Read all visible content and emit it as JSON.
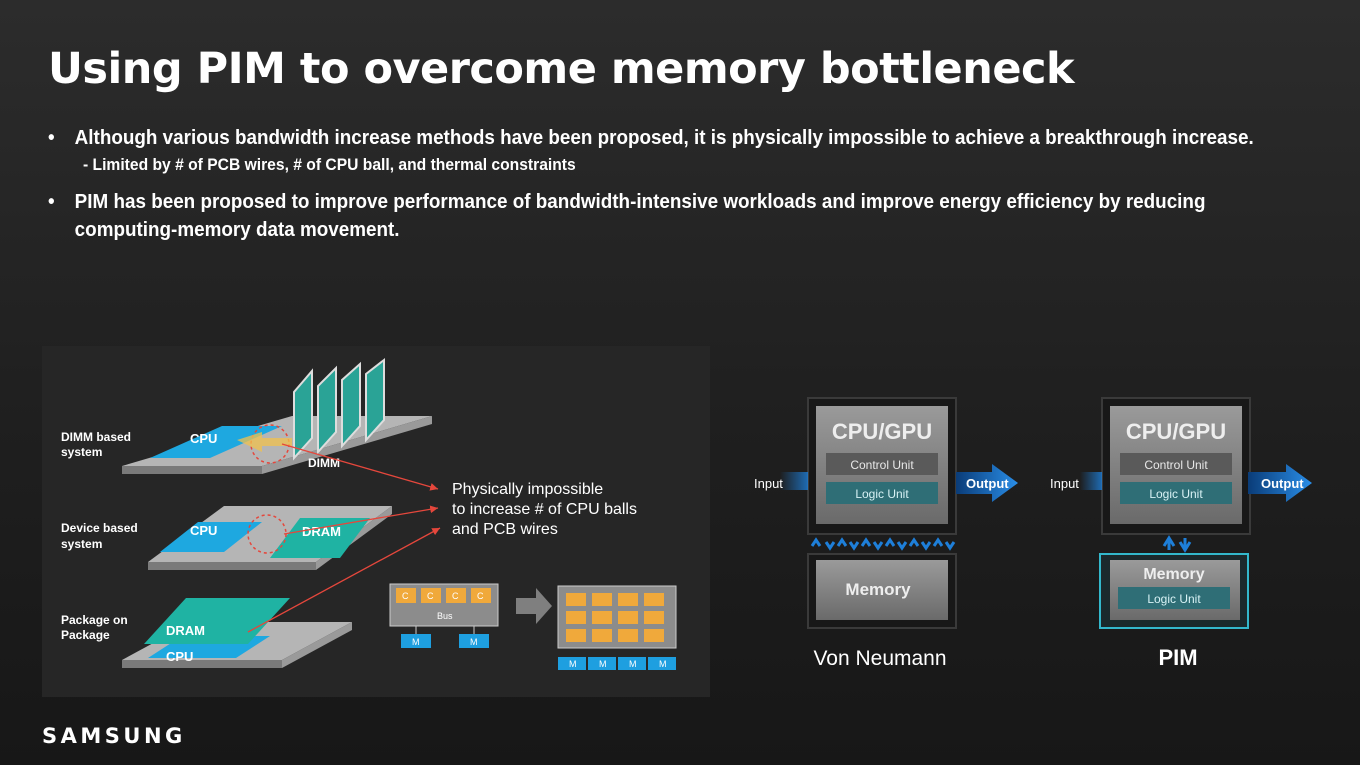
{
  "slide": {
    "title": "Using PIM to overcome memory bottleneck",
    "bullets": [
      {
        "marker": "•",
        "text": "Although various bandwidth increase methods have been proposed, it is physically impossible to achieve a breakthrough increase."
      },
      {
        "marker": "•",
        "text": "PIM has been proposed to improve performance of bandwidth-intensive workloads and improve energy efficiency by reducing computing-memory data movement."
      }
    ],
    "sub_bullet": "- Limited by # of PCB wires, # of CPU ball, and thermal constraints",
    "logo": "SAMSUNG"
  },
  "left_diagram": {
    "systems": [
      {
        "label_line1": "DIMM based",
        "label_line2": "system",
        "chip": "CPU",
        "memory": "DIMM"
      },
      {
        "label_line1": "Device based",
        "label_line2": "system",
        "chip": "CPU",
        "memory": "DRAM"
      },
      {
        "label_line1": "Package on",
        "label_line2": "Package",
        "chip": "CPU",
        "memory": "DRAM"
      }
    ],
    "callout": [
      "Physically impossible",
      "to increase # of CPU balls",
      "and PCB wires"
    ],
    "small_chip": {
      "core": "C",
      "bus": "Bus",
      "mem": "M"
    },
    "colors": {
      "cpu": "#1ea8e0",
      "dram": "#1fb3a3",
      "arrow": "#e5473c",
      "core": "#f0a93b",
      "mem": "#1e9fe0"
    }
  },
  "right_diagram": {
    "von_neumann": {
      "label": "Von Neumann",
      "processor": "CPU/GPU",
      "control_unit": "Control Unit",
      "logic_unit": "Logic Unit",
      "memory": "Memory",
      "input": "Input",
      "output": "Output"
    },
    "pim": {
      "label": "PIM",
      "processor": "CPU/GPU",
      "control_unit": "Control Unit",
      "logic_unit": "Logic Unit",
      "memory": "Memory",
      "memory_logic_unit": "Logic Unit",
      "input": "Input",
      "output": "Output"
    },
    "colors": {
      "arrow": "#1e7fd9",
      "logic": "#2f6e76",
      "glow": "#36c9e0"
    }
  }
}
